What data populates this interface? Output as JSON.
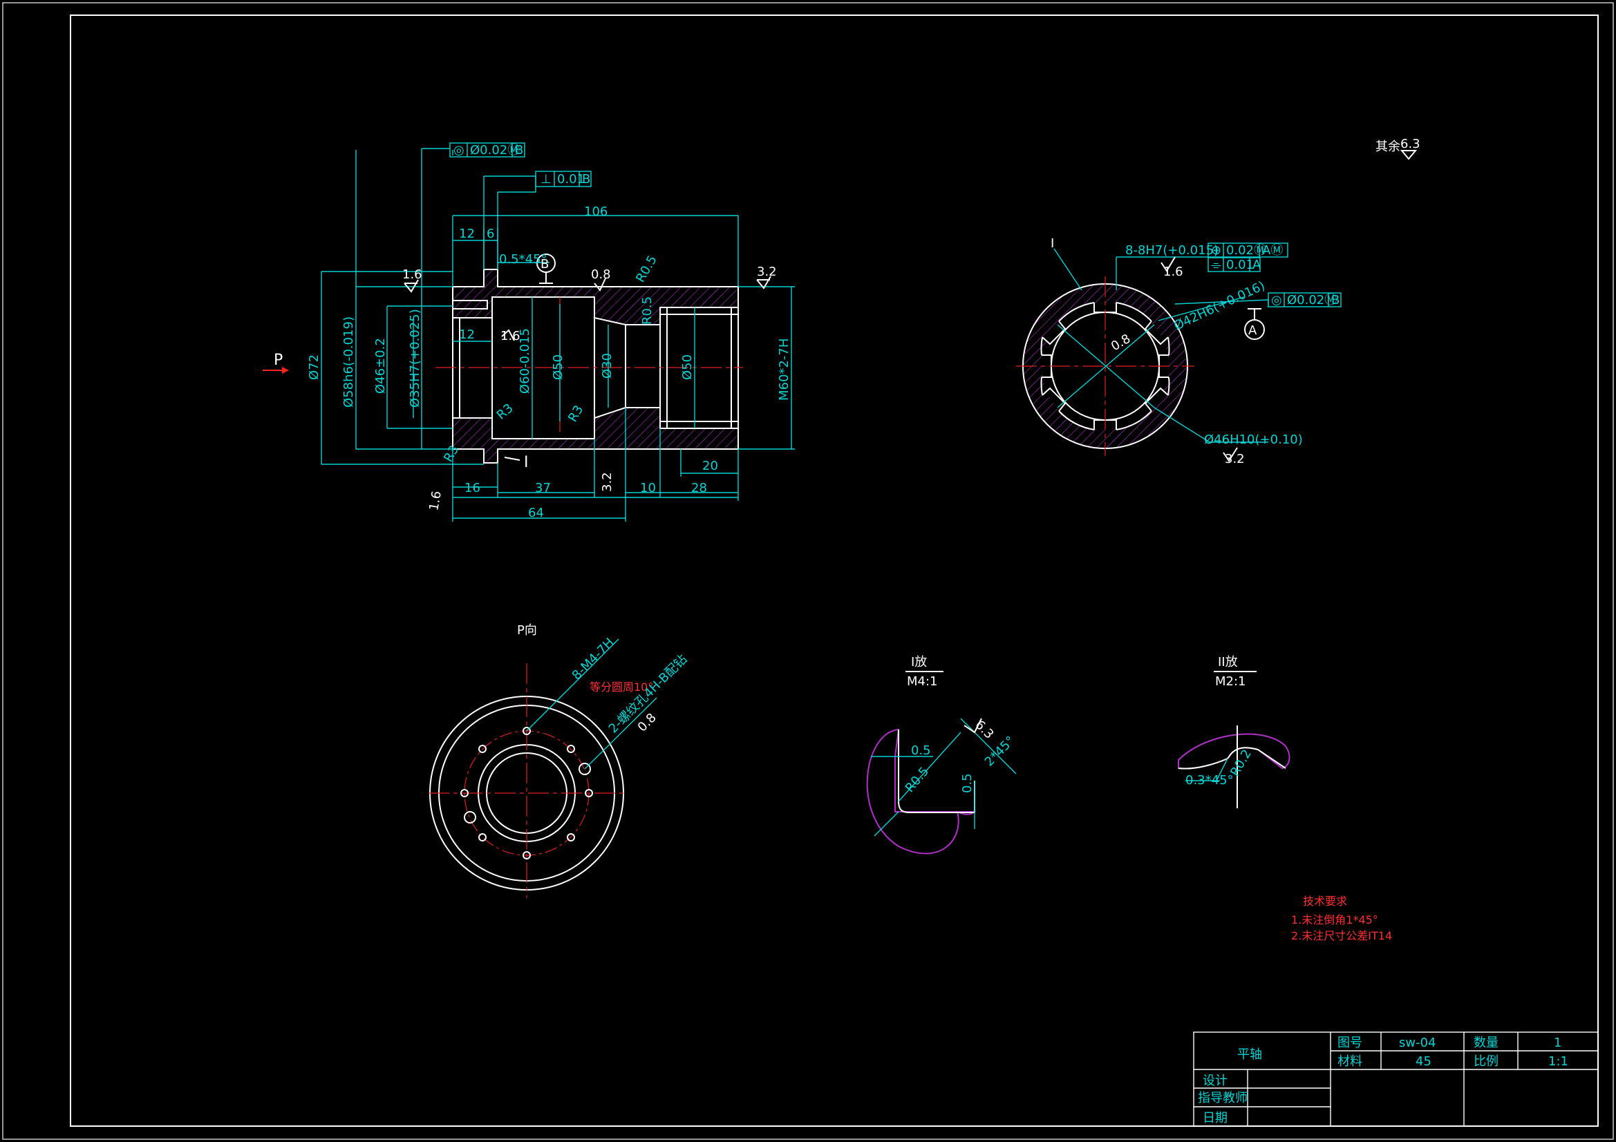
{
  "view_labels": {
    "arrow_p": "P",
    "view_p": "P向",
    "detail_i": "I放",
    "detail_i_scale": "M4:1",
    "detail_ii": "II放",
    "detail_ii_scale": "M2:1",
    "section_label": "I"
  },
  "roughness": {
    "general_prefix": "其余",
    "general_value": "6.3",
    "r16a": "1.6",
    "r08a": "0.8",
    "r32a": "3.2",
    "r16b": "1.6",
    "r16c": "1.6",
    "r32b": "3.2",
    "r16d": "1.6",
    "r32c": "3.2",
    "r08b": "0.8",
    "r08c": "0.8",
    "r63b": "6.3"
  },
  "tolerance_frames": {
    "coax_top": [
      "◎",
      "Ø0.02Ⓜ",
      "B"
    ],
    "perp_top": [
      "⊥",
      "0.01",
      "B"
    ],
    "pos_right": [
      "⊕",
      "0.02Ⓜ",
      "AⓂ"
    ],
    "sym_right": [
      "⌯",
      "0.01",
      "A"
    ],
    "coax_right": [
      "◎",
      "Ø0.02Ⓜ",
      "B"
    ]
  },
  "datums": {
    "b": "B",
    "a": "A"
  },
  "dimensions": {
    "d106": "106",
    "d12a": "12",
    "d6": "6",
    "d12b": "12",
    "chamfer1": "0.5*45°",
    "r05": "R0.5",
    "r05b": "R0.5",
    "d72": "Ø72",
    "d58": "Ø58h6(-0.019)",
    "d46": "Ø46±0.2",
    "d35": "Ø35H7(+0.025)",
    "d60": "Ø60-0.015",
    "d50a": "Ø50",
    "d30": "Ø30",
    "d50b": "Ø50",
    "m60": "M60*2-7H",
    "r3a": "R3",
    "r3b": "R3",
    "r3c": "R3",
    "d16": "16",
    "d37": "37",
    "d10": "10",
    "d28": "28",
    "d20": "20",
    "d64": "64",
    "spline": "8-8H7(+0.015)",
    "d42": "Ø42H6(+0.016)",
    "d46h10": "Ø46H10(+0.10)",
    "m4": "8-M4-7H",
    "eq": "等分圆周10°",
    "holes": "2-螺纹孔4H-B配钻",
    "i05a": "0.5",
    "i05b": "0.5",
    "ir05": "R0.5",
    "i2x45": "2*45°",
    "ii03": "0.3*45°",
    "iir02": "R0.2"
  },
  "tech_requirements": {
    "title": "技术要求",
    "line1": "1.未注倒角1*45°",
    "line2": "2.未注尺寸公差IT14"
  },
  "title_block": {
    "part_name": "平轴",
    "drawing_no_label": "图号",
    "drawing_no": "sw-04",
    "quantity_label": "数量",
    "quantity": "1",
    "material_label": "材料",
    "material": "45",
    "scale_label": "比例",
    "scale": "1:1",
    "design_label": "设计",
    "instructor_label": "指导教师",
    "date_label": "日期"
  }
}
